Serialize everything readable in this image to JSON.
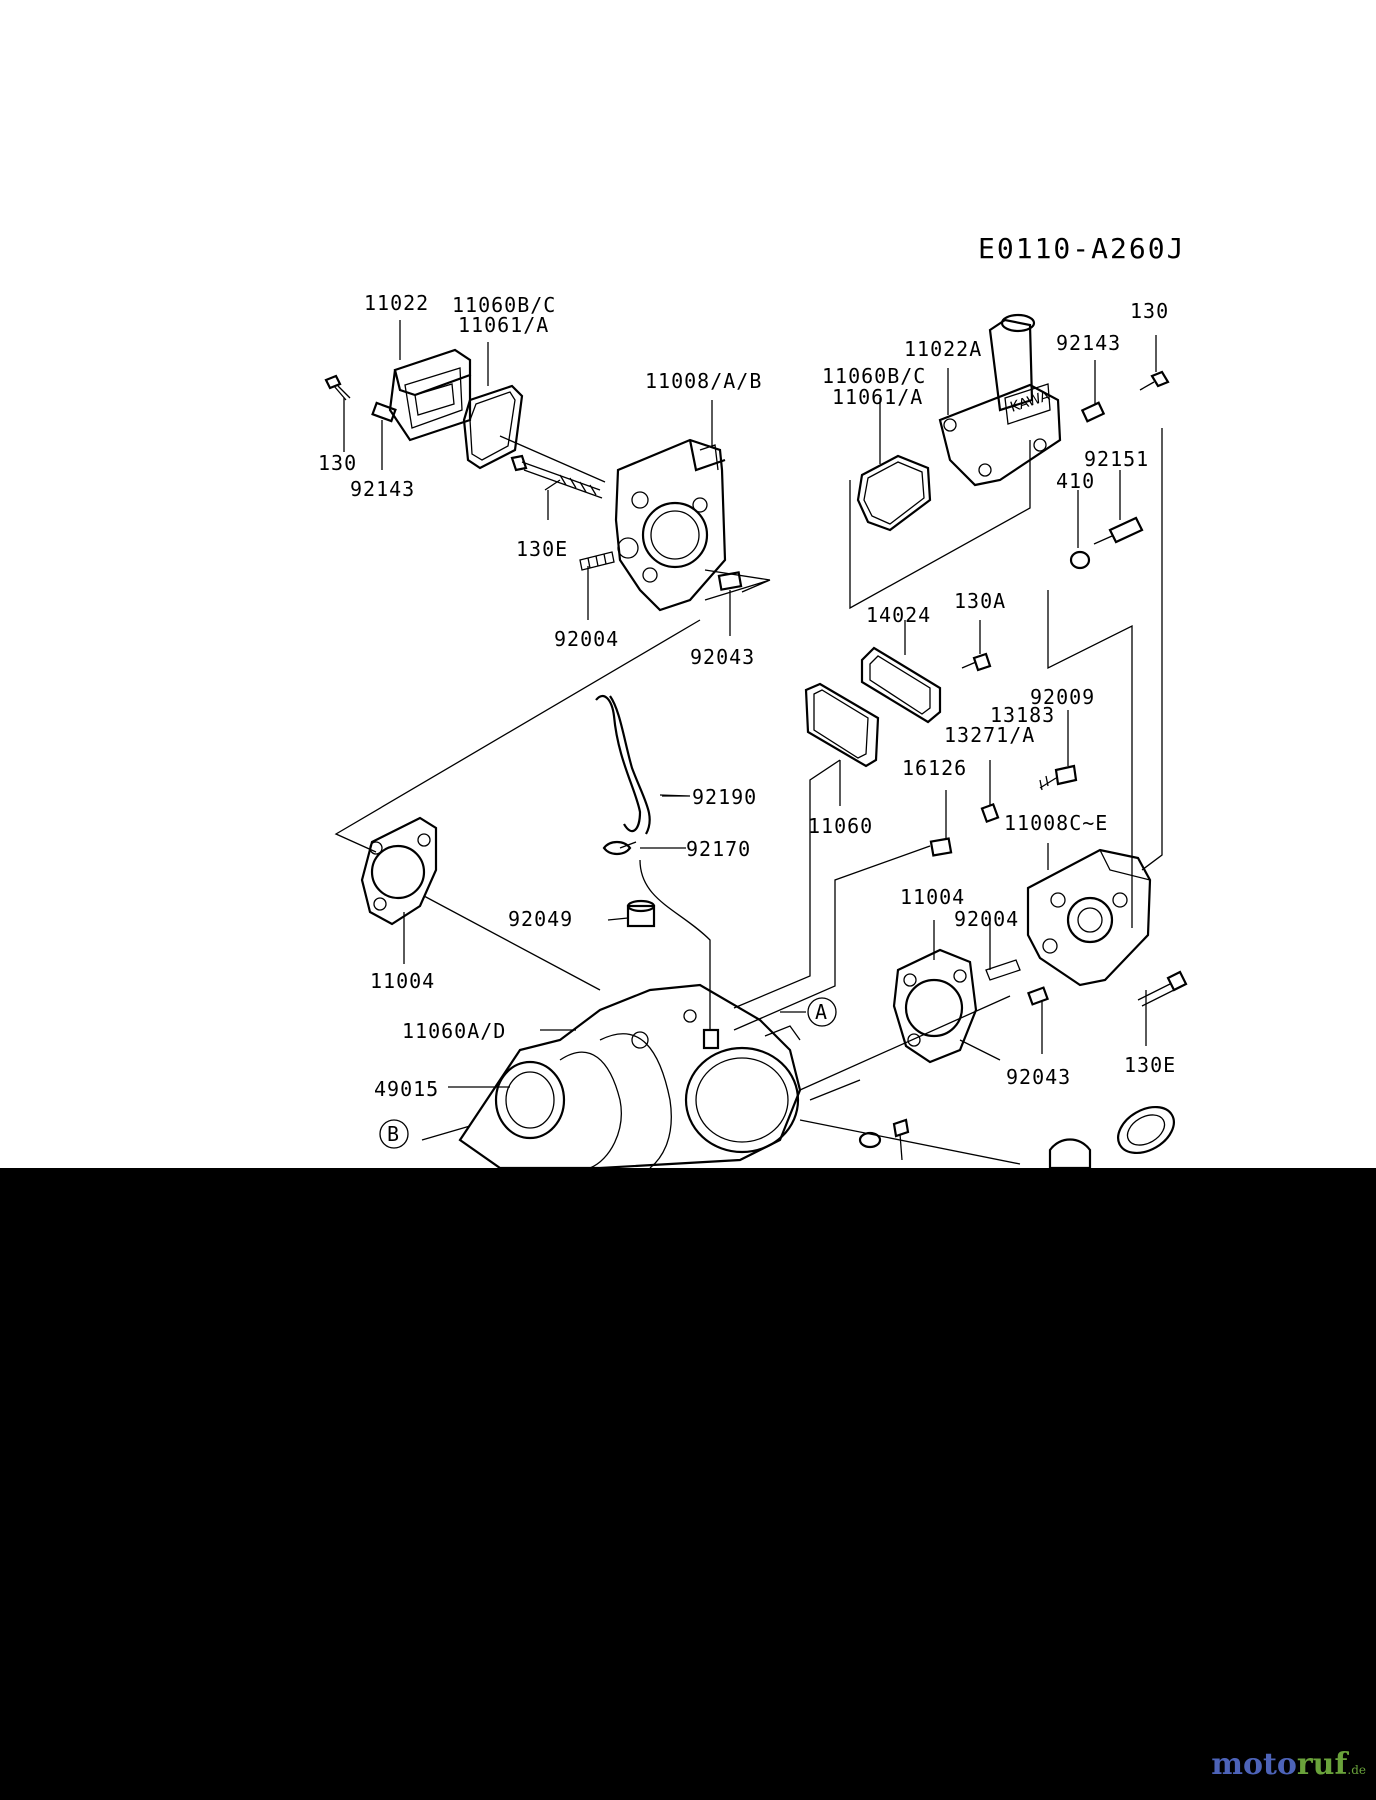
{
  "diagram_code": "E0110-A260J",
  "callouts": [
    {
      "id": "c-a",
      "text": "A"
    },
    {
      "id": "c-b",
      "text": "B"
    }
  ],
  "labels": {
    "l_11022_left": "11022",
    "l_11060bc_left": "11060B/C",
    "l_11061a_left": "11061/A",
    "l_130_left": "130",
    "l_92143_left": "92143",
    "l_11008ab": "11008/A/B",
    "l_130e_left": "130E",
    "l_92004_left": "92004",
    "l_92043_left": "92043",
    "l_130_right": "130",
    "l_92143_right": "92143",
    "l_11022a": "11022A",
    "l_11060bc_right": "11060B/C",
    "l_11061a_right": "11061/A",
    "l_92151": "92151",
    "l_410": "410",
    "l_14024": "14024",
    "l_130a": "130A",
    "l_92009": "92009",
    "l_13183": "13183",
    "l_13271a": "13271/A",
    "l_92190": "92190",
    "l_11060": "11060",
    "l_16126": "16126",
    "l_11008ce": "11008C~E",
    "l_92170": "92170",
    "l_92049": "92049",
    "l_11004_left": "11004",
    "l_11004_right": "11004",
    "l_92004_right": "92004",
    "l_11060ad": "11060A/D",
    "l_49015": "49015",
    "l_92043_right": "92043",
    "l_130e_right": "130E"
  },
  "watermark": {
    "part1": "moto",
    "part2": "ruf",
    "domain": ".de"
  }
}
